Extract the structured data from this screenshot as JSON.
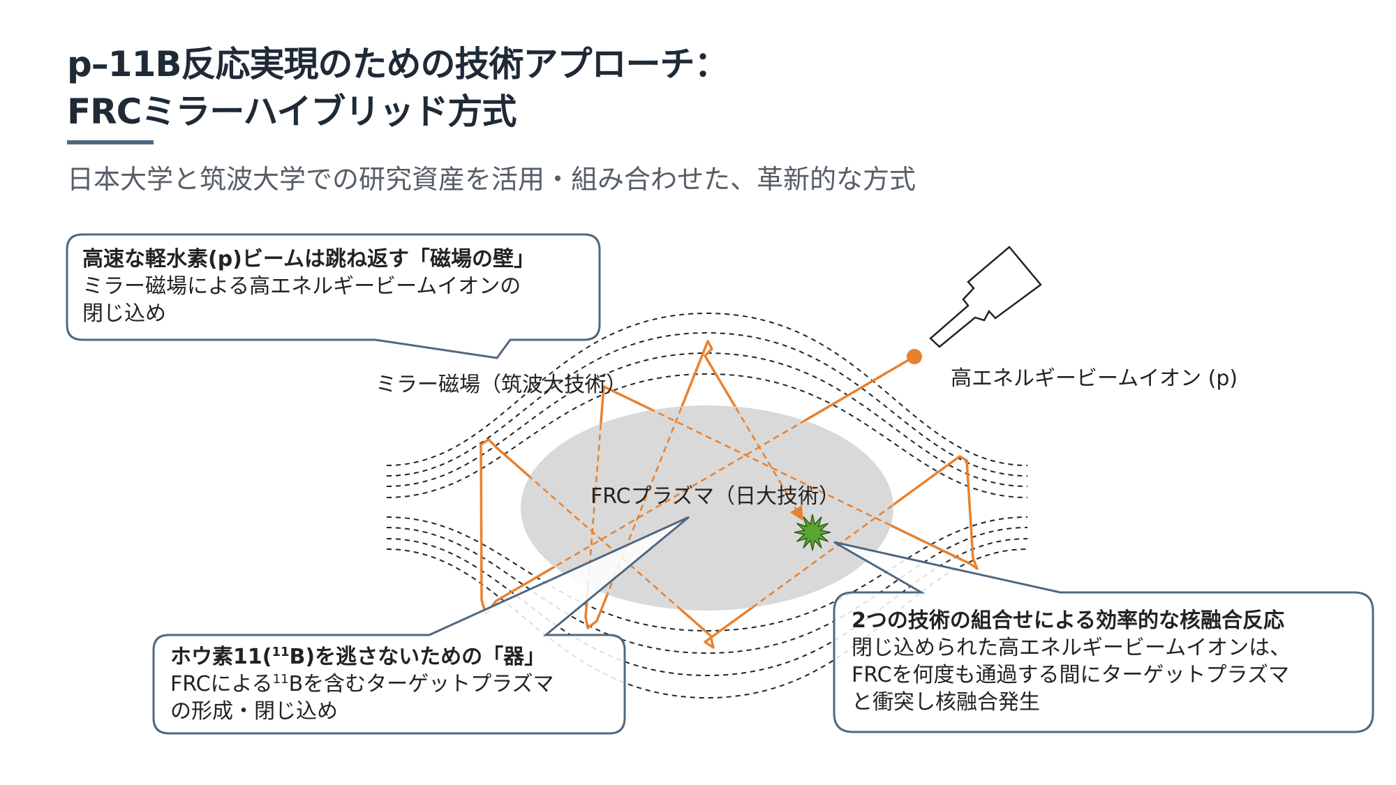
{
  "title": {
    "line1": "p–11B反応実現のための技術アプローチ：",
    "line2": "FRCミラーハイブリッド方式"
  },
  "subtitle": "日本大学と筑波大学での研究資産を活用・組み合わせた、革新的な方式",
  "diagram": {
    "mirror_label": "ミラー磁場（筑波大技術）",
    "frc_label": "FRCプラズマ（日大技術）",
    "ion_label": "高エネルギービームイオン (p)",
    "colors": {
      "beam": "#e8812f",
      "plasma": "#d9d9d9",
      "reaction": "#5aa632",
      "callout_border": "#4f6880"
    }
  },
  "callouts": {
    "mirror": {
      "heading": "高速な軽水素(p)ビームは跳ね返す「磁場の壁」",
      "line1": "ミラー磁場による高エネルギービームイオンの",
      "line2": "閉じ込め"
    },
    "frc": {
      "heading_pre": "ホウ素11(",
      "heading_sup": "11",
      "heading_post": "B)を逃さないための「器」",
      "line1_pre": "FRCによる",
      "line1_sup": "11",
      "line1_post": "Bを含むターゲットプラズマ",
      "line2": "の形成・閉じ込め"
    },
    "fusion": {
      "heading": "2つの技術の組合せによる効率的な核融合反応",
      "line1": "閉じ込められた高エネルギービームイオンは、",
      "line2": "FRCを何度も通過する間にターゲットプラズマ",
      "line3": "と衝突し核融合発生"
    }
  }
}
